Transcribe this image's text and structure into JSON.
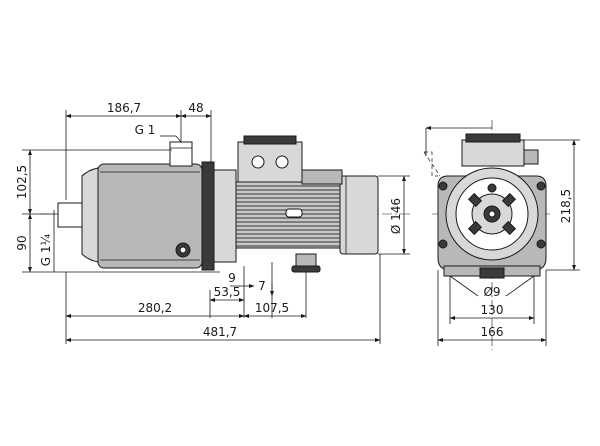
{
  "dimensions": {
    "d186_7": "186,7",
    "d48": "48",
    "g1": "G 1",
    "d102_5": "102,5",
    "d90": "90",
    "g1_1_4": "G 1¼",
    "d146": "Ø 146",
    "d9": "9",
    "d7": "7",
    "d53_5": "53,5",
    "d280_2": "280,2",
    "d107_5": "107,5",
    "d481_7": "481,7",
    "d218_5": "218,5",
    "dia9": "Ø9",
    "d130": "130",
    "d166": "166"
  }
}
